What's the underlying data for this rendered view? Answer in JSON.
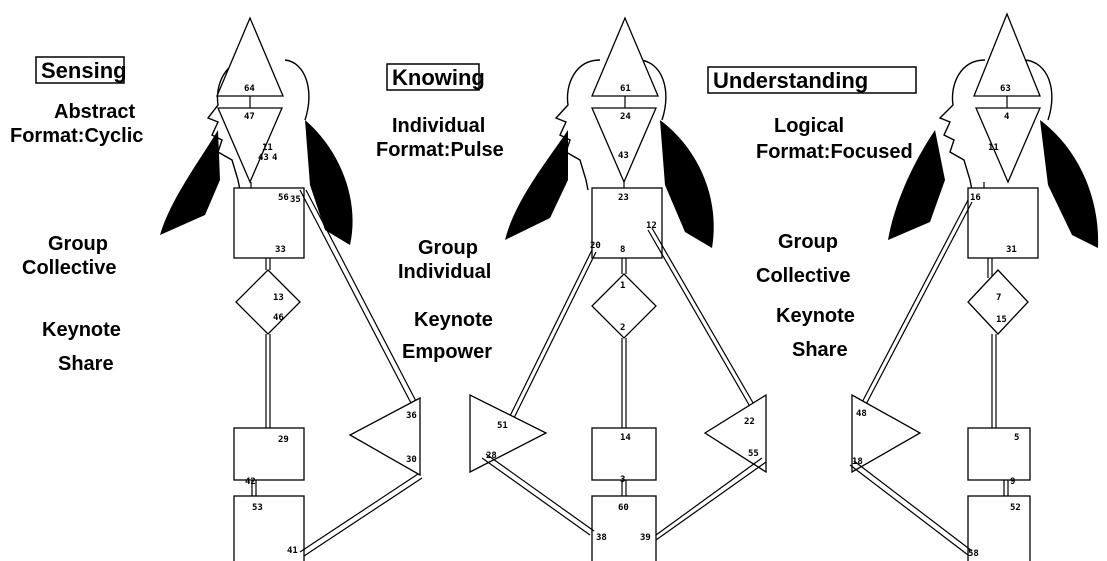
{
  "panels": [
    {
      "id": "sensing",
      "title": "Sensing",
      "lines_top": [
        "Abstract",
        "Format:Cyclic"
      ],
      "lines_mid": [
        "Group",
        "Collective"
      ],
      "lines_low": [
        "Keynote",
        "Share"
      ],
      "gates": [
        "64",
        "47",
        "11",
        "43",
        "4",
        "56",
        "35",
        "33",
        "13",
        "46",
        "36",
        "29",
        "30",
        "42",
        "53",
        "41"
      ]
    },
    {
      "id": "knowing",
      "title": "Knowing",
      "lines_top": [
        "Individual",
        "Format:Pulse"
      ],
      "lines_mid": [
        "Group",
        "Individual"
      ],
      "lines_low": [
        "Keynote",
        "Empower"
      ],
      "gates": [
        "61",
        "24",
        "43",
        "23",
        "12",
        "20",
        "8",
        "1",
        "2",
        "51",
        "22",
        "14",
        "28",
        "55",
        "3",
        "60",
        "38",
        "39"
      ]
    },
    {
      "id": "understanding",
      "title": "Understanding",
      "lines_top": [
        "Logical",
        "Format:Focused"
      ],
      "lines_mid": [
        "Group",
        "Collective"
      ],
      "lines_low": [
        "Keynote",
        "Share"
      ],
      "gates": [
        "63",
        "4",
        "11",
        "16",
        "31",
        "7",
        "15",
        "48",
        "5",
        "18",
        "9",
        "52",
        "58"
      ]
    }
  ],
  "icons": [
    "head-silhouette-icon"
  ]
}
